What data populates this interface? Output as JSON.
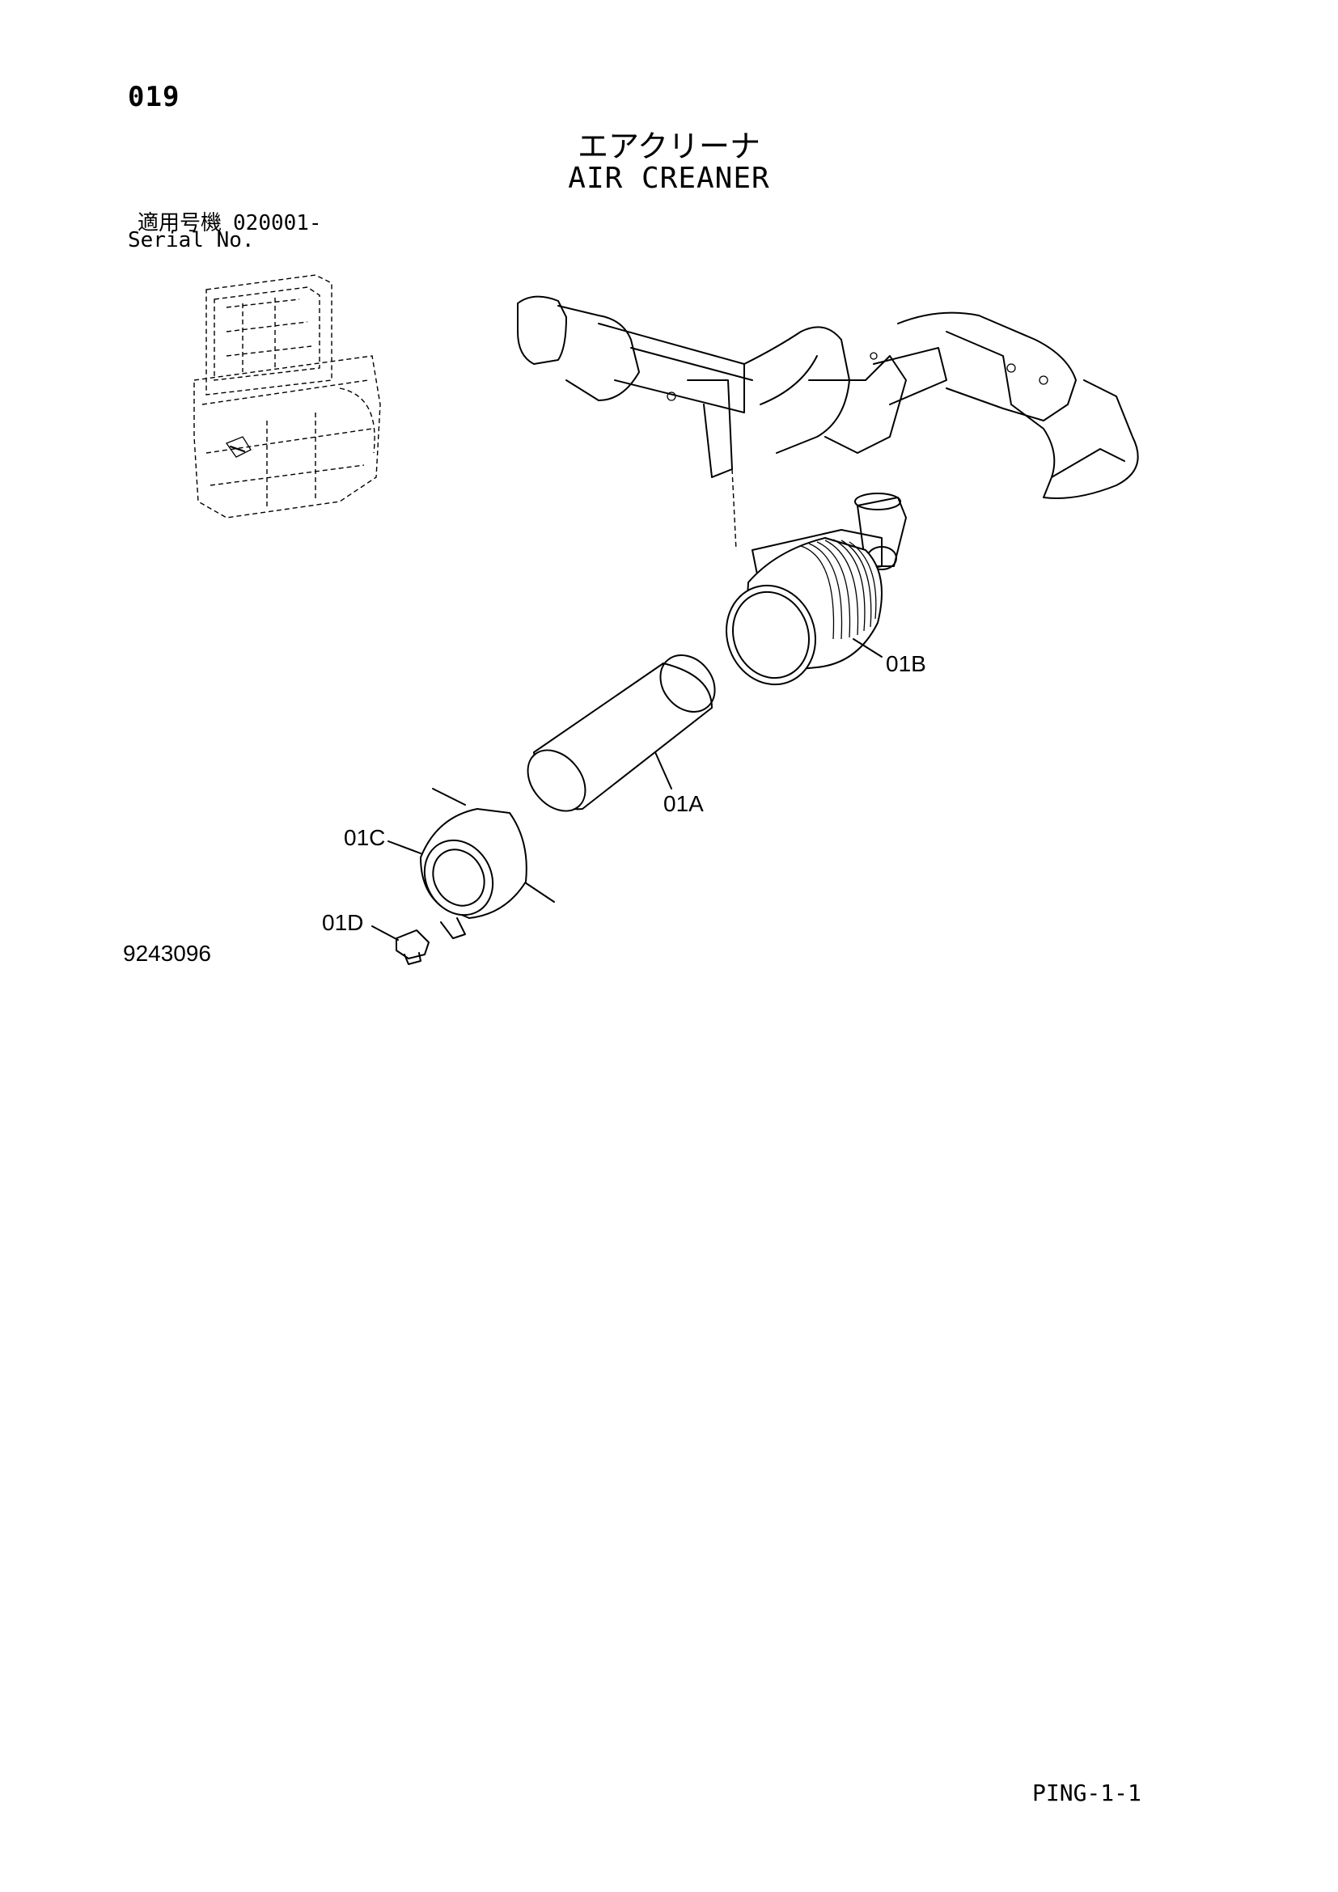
{
  "header": {
    "page_code": "019",
    "title_jp": "エアクリーナ",
    "title_en": "AIR CREANER"
  },
  "serial": {
    "label_jp": "適用号機",
    "number": "020001-",
    "label_en": "Serial No."
  },
  "parts": [
    {
      "id": "01A",
      "label": "01A"
    },
    {
      "id": "01B",
      "label": "01B"
    },
    {
      "id": "01C",
      "label": "01C"
    },
    {
      "id": "01D",
      "label": "01D"
    }
  ],
  "reference_number": "9243096",
  "footer_code": "PING-1-1"
}
